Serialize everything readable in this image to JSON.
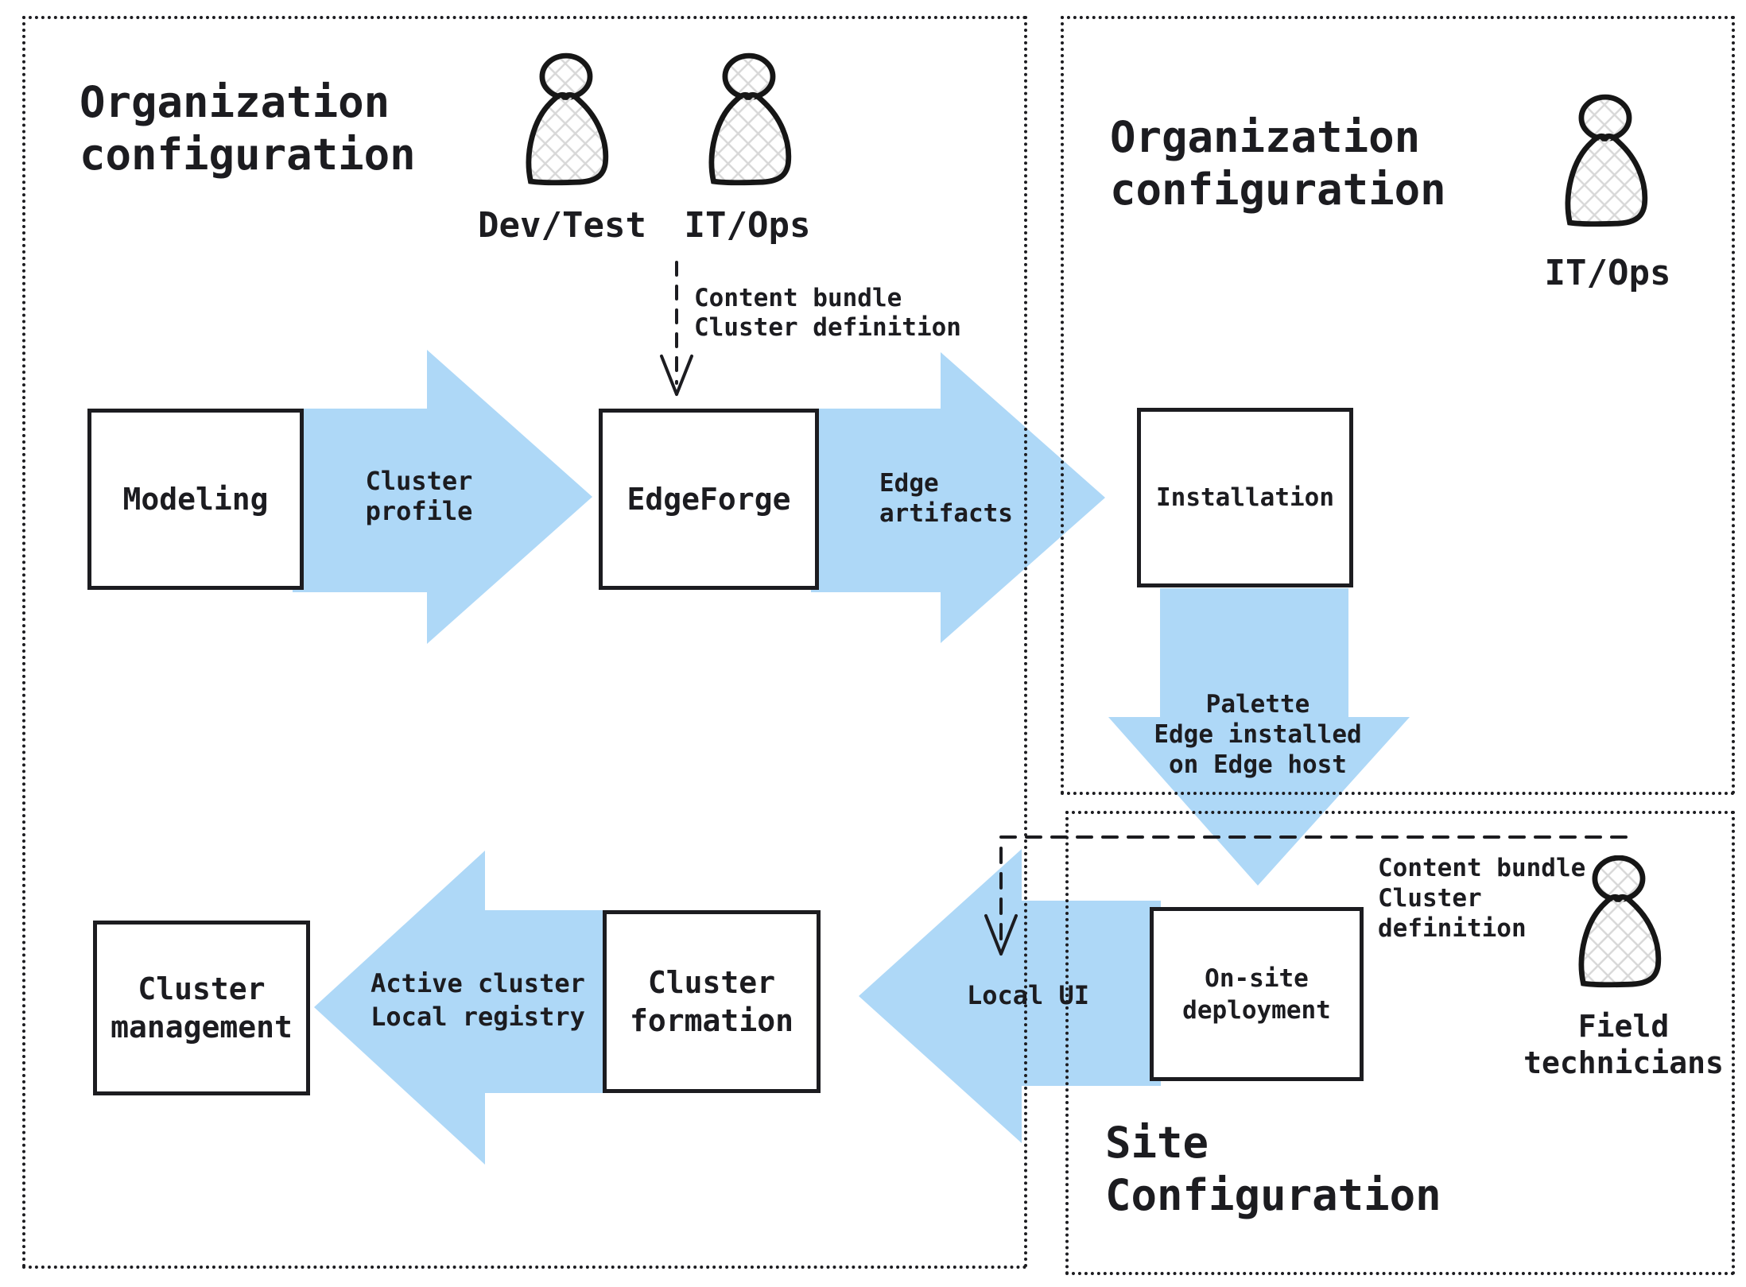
{
  "colors": {
    "flow_blue": "#aed8f7",
    "ink": "#1c1c20",
    "hatch": "#d8d8d8"
  },
  "containers": {
    "org_left": {
      "title_l1": "Organization",
      "title_l2": "configuration"
    },
    "org_right": {
      "title_l1": "Organization",
      "title_l2": "configuration"
    },
    "site": {
      "title_l1": "Site",
      "title_l2": "Configuration"
    }
  },
  "personas": {
    "dev_test": {
      "label": "Dev/Test"
    },
    "it_ops_left": {
      "label": "IT/Ops"
    },
    "it_ops_right": {
      "label": "IT/Ops"
    },
    "field_technicians": {
      "label_l1": "Field",
      "label_l2": "technicians"
    }
  },
  "nodes": {
    "modeling": {
      "label": "Modeling"
    },
    "edgeforge": {
      "label": "EdgeForge"
    },
    "installation": {
      "label": "Installation"
    },
    "onsite_deployment": {
      "label_l1": "On-site",
      "label_l2": "deployment"
    },
    "cluster_formation": {
      "label_l1": "Cluster",
      "label_l2": "formation"
    },
    "cluster_management": {
      "label_l1": "Cluster",
      "label_l2": "management"
    }
  },
  "flows": {
    "cluster_profile": {
      "label_l1": "Cluster",
      "label_l2": "profile"
    },
    "edge_artifacts": {
      "label_l1": "Edge",
      "label_l2": "artifacts"
    },
    "palette_edge": {
      "label_l1": "Palette",
      "label_l2": "Edge installed",
      "label_l3": "on Edge host"
    },
    "local_ui": {
      "label": "Local UI"
    },
    "active_cluster": {
      "label_l1": "Active cluster",
      "label_l2": "Local registry"
    }
  },
  "annotations": {
    "content_bundle_top": {
      "l1": "Content bundle",
      "l2": "Cluster definition"
    },
    "content_bundle_site": {
      "l1": "Content bundle",
      "l2": "Cluster",
      "l3": "definition"
    }
  }
}
